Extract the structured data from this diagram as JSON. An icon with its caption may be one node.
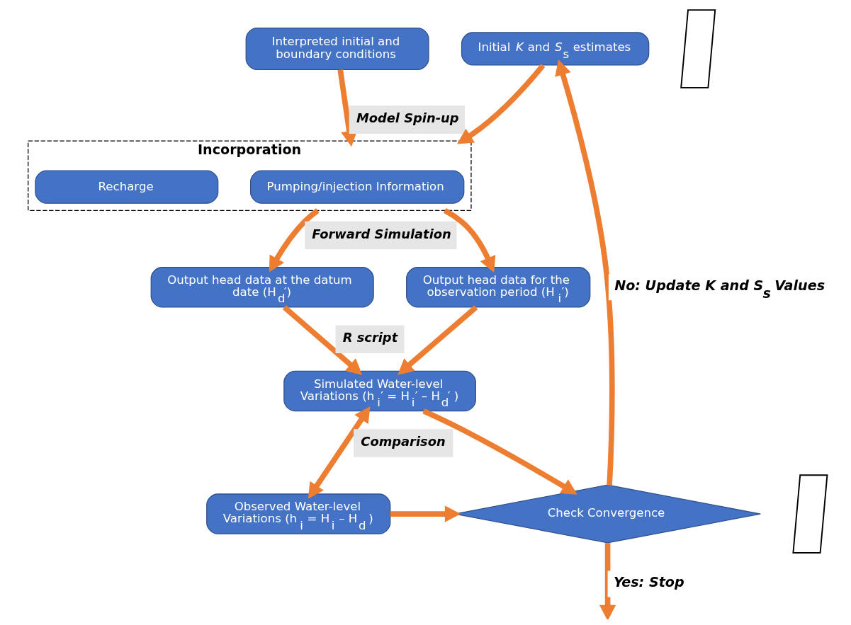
{
  "diagram": {
    "nodes": [
      {
        "text": [
          "Interpreted initial and boundary conditions"
        ]
      },
      {
        "text": [
          "Initial *K* and *S*$_{s}$ estimates"
        ]
      },
      {
        "text": [
          "Incorporation"
        ]
      },
      {
        "text": [
          "Pumping/injection Information"
        ],
        "in": 2
      },
      {
        "text": [
          "Recharge"
        ],
        "in": 2
      },
      {
        "text": [
          "Output head data at the datum date (H$_{d}$′)"
        ]
      },
      {
        "text": [
          "Output head data for the observation period (H$_{i}$′)"
        ]
      },
      {
        "text": [
          "Simulated Water-level Variations (h$_{i}$′ = H$_{i}$′ – H$_{d}$′ )"
        ]
      },
      {
        "text": [
          "Observed Water-level Variations (h$_{i}$ = H$_{i}$ – H$_{d}$ )"
        ]
      },
      {
        "text": [
          "Check Convergence"
        ]
      },
      {
        "text": [],
        "shape": "parallelogram"
      },
      {
        "text": [],
        "shape": "parallelogram"
      }
    ],
    "edges": [
      {
        "from": 0,
        "to": 2,
        "arrow": "to",
        "label": "Model Spin-up"
      },
      {
        "from": 1,
        "to": 2,
        "arrow": "to"
      },
      {
        "from": 2,
        "to": 5,
        "arrow": "to",
        "label": "Forward Simulation"
      },
      {
        "from": 2,
        "to": 6,
        "arrow": "to"
      },
      {
        "from": 5,
        "to": 7,
        "arrow": "to",
        "label": "R script"
      },
      {
        "from": 6,
        "to": 7,
        "arrow": "to"
      },
      {
        "from": 7,
        "to": 8,
        "arrow": "both",
        "label": "Comparison"
      },
      {
        "from": 7,
        "to": 9,
        "arrow": "to"
      },
      {
        "from": 8,
        "to": 9,
        "arrow": "to"
      },
      {
        "from": 9,
        "to": null,
        "arrow": "to",
        "label": "Yes: Stop"
      },
      {
        "from": 9,
        "to": 1,
        "arrow": "to",
        "label": "No: Update K and S$_{s}$ Values"
      }
    ]
  }
}
